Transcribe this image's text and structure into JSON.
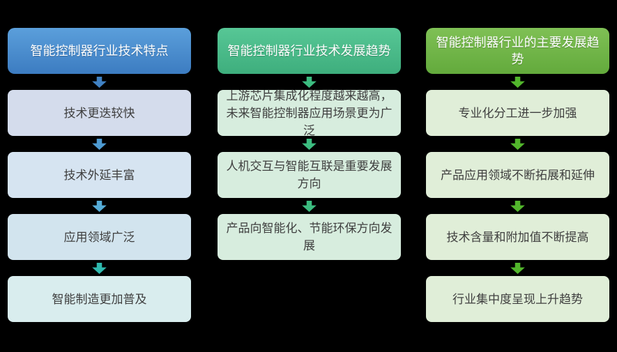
{
  "page": {
    "background_color": "#000000",
    "description_text_color": "#3F3F3F"
  },
  "columns": [
    {
      "id": "tech-features",
      "header": {
        "label": "智能控制器行业技术特点",
        "bg": "linear-gradient(180deg, #5B9FDB 0%, #3C7CC1 100%)",
        "text_color": "#FFFFFF"
      },
      "items": [
        {
          "label": "技术更迭较快",
          "fill": "#D4DCEC"
        },
        {
          "label": "技术外延丰富",
          "fill": "#D6E4F1"
        },
        {
          "label": "应用领域广泛",
          "fill": "#D2E4EE"
        },
        {
          "label": "智能制造更加普及",
          "fill": "#D9EDEE"
        }
      ],
      "arrow_colors": [
        "#4081C3",
        "#4E9BD2",
        "#55ACD7",
        "#2FB9AE"
      ]
    },
    {
      "id": "tech-trends",
      "header": {
        "label": "智能控制器行业技术发展趋势",
        "bg": "linear-gradient(180deg, #57C796 0%, #3EAE7D 100%)",
        "text_color": "#FFFFFF"
      },
      "items": [
        {
          "label": "上游芯片集成化程度越来越高，未来智能控制器应用场景更为广泛",
          "fill": "#D7EDDE"
        },
        {
          "label": "人机交互与智能互联是重要发展方向",
          "fill": "#D7EDDE"
        },
        {
          "label": "产品向智能化、节能环保方向发展",
          "fill": "#D7EDDE"
        }
      ],
      "arrow_colors": [
        "#3CBC80",
        "#3CBC80",
        "#3CBC80"
      ]
    },
    {
      "id": "industry-trends",
      "header": {
        "label": "智能控制器行业的主要发展趋势",
        "bg": "linear-gradient(180deg, #7FC055 0%, #63AA3C 100%)",
        "text_color": "#FFFFFF"
      },
      "items": [
        {
          "label": "专业化分工进一步加强",
          "fill": "#E0EED8"
        },
        {
          "label": "产品应用领域不断拓展和延伸",
          "fill": "#E0EED8"
        },
        {
          "label": "技术含量和附加值不断提高",
          "fill": "#E0EED8"
        },
        {
          "label": "行业集中度呈现上升趋势",
          "fill": "#E0EED8"
        }
      ],
      "arrow_colors": [
        "#52B62C",
        "#52B62C",
        "#52B62C",
        "#52B62C"
      ]
    }
  ]
}
